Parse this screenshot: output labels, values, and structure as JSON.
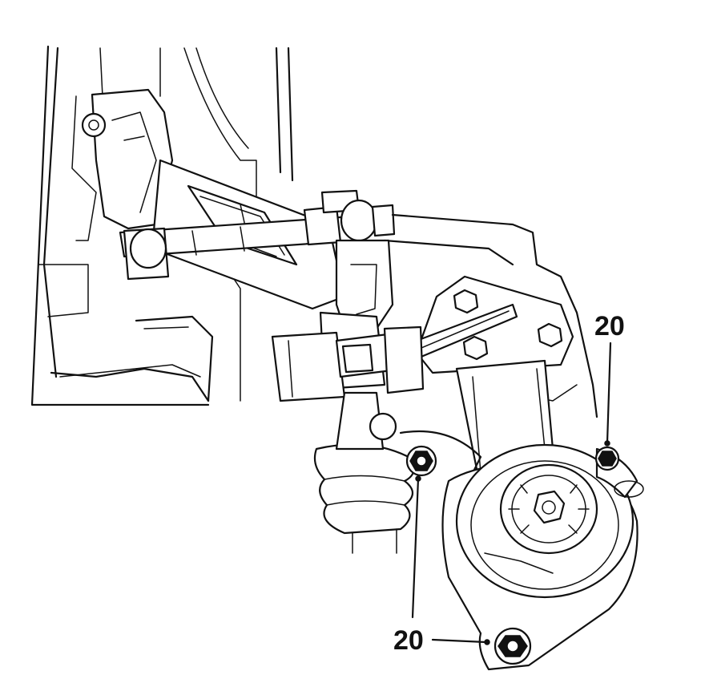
{
  "callouts": [
    {
      "id": "top-right",
      "label": "20"
    },
    {
      "id": "bottom",
      "label": "20"
    }
  ]
}
